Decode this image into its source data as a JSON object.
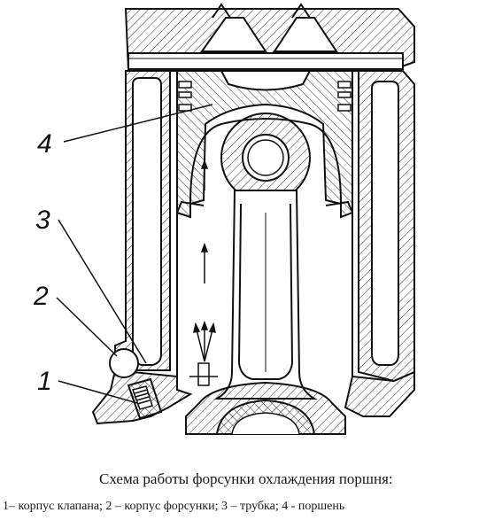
{
  "diagram": {
    "callouts": [
      {
        "id": "1",
        "text": "1"
      },
      {
        "id": "2",
        "text": "2"
      },
      {
        "id": "3",
        "text": "3"
      },
      {
        "id": "4",
        "text": "4"
      }
    ],
    "caption_title": "Схема работы форсунки охлаждения поршня:",
    "caption_legend": "1– корпус клапана; 2 – корпус форсунки; 3 – трубка; 4 - поршень"
  },
  "colors": {
    "line": "#111111",
    "hatch": "#333333",
    "background": "#ffffff"
  }
}
